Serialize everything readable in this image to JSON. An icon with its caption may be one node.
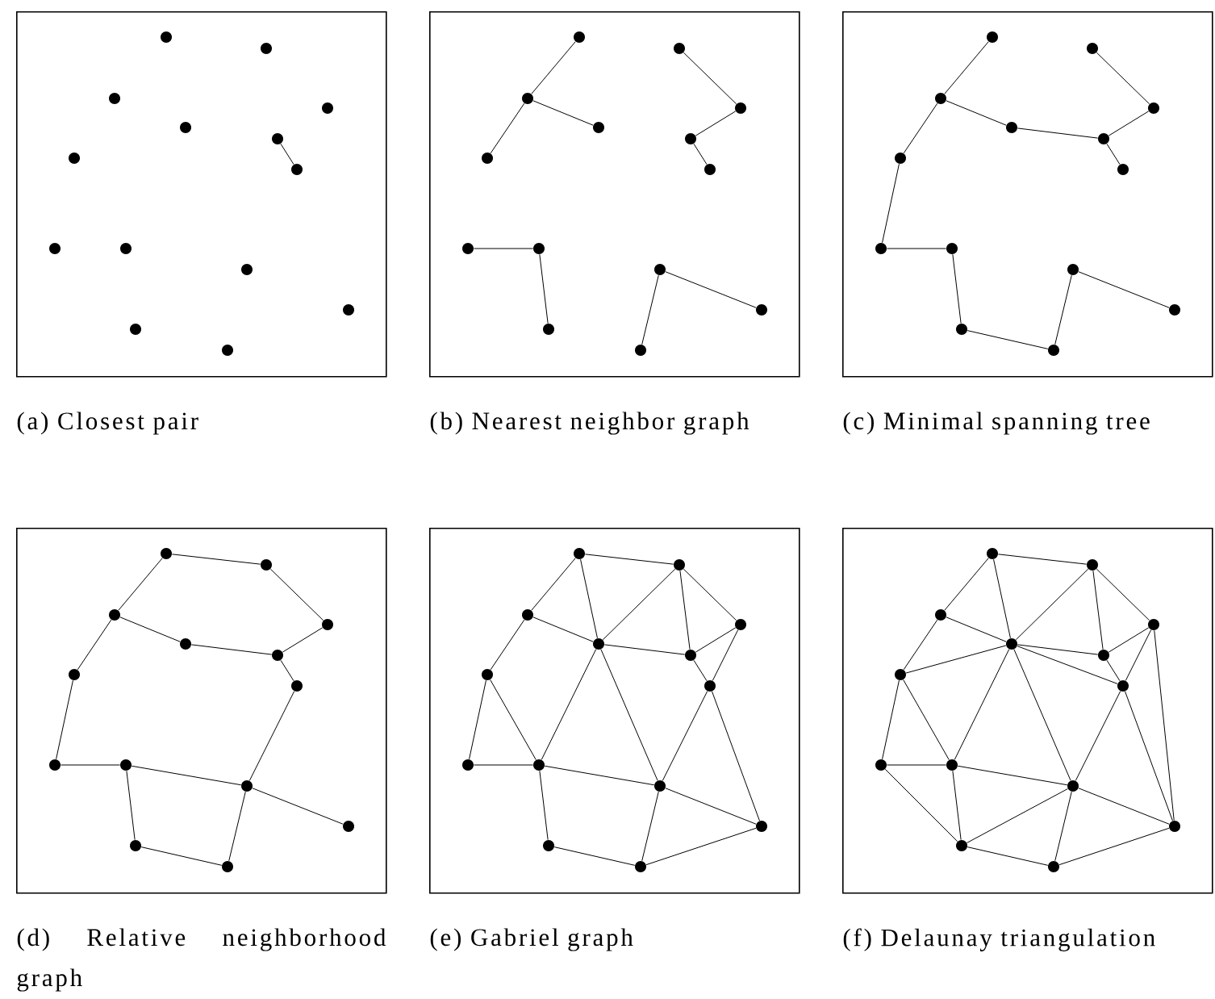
{
  "diagram": {
    "nodes": [
      {
        "text": [
          "(a) Closest pair"
        ]
      },
      {
        "text": [],
        "shape": "circle",
        "in": 0
      },
      {
        "text": [],
        "shape": "circle",
        "in": 0
      },
      {
        "text": [],
        "shape": "circle",
        "in": 0
      },
      {
        "text": [],
        "shape": "circle",
        "in": 0
      },
      {
        "text": [],
        "shape": "circle",
        "in": 0
      },
      {
        "text": [],
        "shape": "circle",
        "in": 0
      },
      {
        "text": [],
        "shape": "circle",
        "in": 0
      },
      {
        "text": [],
        "shape": "circle",
        "in": 0
      },
      {
        "text": [],
        "shape": "circle",
        "in": 0
      },
      {
        "text": [],
        "shape": "circle",
        "in": 0
      },
      {
        "text": [],
        "shape": "circle",
        "in": 0
      },
      {
        "text": [],
        "shape": "circle",
        "in": 0
      },
      {
        "text": [],
        "shape": "circle",
        "in": 0
      },
      {
        "text": [],
        "shape": "circle",
        "in": 0
      },
      {
        "text": [
          "(b) Nearest neighbor graph"
        ]
      },
      {
        "text": [],
        "shape": "circle",
        "in": 15
      },
      {
        "text": [],
        "shape": "circle",
        "in": 15
      },
      {
        "text": [],
        "shape": "circle",
        "in": 15
      },
      {
        "text": [],
        "shape": "circle",
        "in": 15
      },
      {
        "text": [],
        "shape": "circle",
        "in": 15
      },
      {
        "text": [],
        "shape": "circle",
        "in": 15
      },
      {
        "text": [],
        "shape": "circle",
        "in": 15
      },
      {
        "text": [],
        "shape": "circle",
        "in": 15
      },
      {
        "text": [],
        "shape": "circle",
        "in": 15
      },
      {
        "text": [],
        "shape": "circle",
        "in": 15
      },
      {
        "text": [],
        "shape": "circle",
        "in": 15
      },
      {
        "text": [],
        "shape": "circle",
        "in": 15
      },
      {
        "text": [],
        "shape": "circle",
        "in": 15
      },
      {
        "text": [],
        "shape": "circle",
        "in": 15
      },
      {
        "text": [
          "(c) Minimal spanning tree"
        ]
      },
      {
        "text": [],
        "shape": "circle",
        "in": 30
      },
      {
        "text": [],
        "shape": "circle",
        "in": 30
      },
      {
        "text": [],
        "shape": "circle",
        "in": 30
      },
      {
        "text": [],
        "shape": "circle",
        "in": 30
      },
      {
        "text": [],
        "shape": "circle",
        "in": 30
      },
      {
        "text": [],
        "shape": "circle",
        "in": 30
      },
      {
        "text": [],
        "shape": "circle",
        "in": 30
      },
      {
        "text": [],
        "shape": "circle",
        "in": 30
      },
      {
        "text": [],
        "shape": "circle",
        "in": 30
      },
      {
        "text": [],
        "shape": "circle",
        "in": 30
      },
      {
        "text": [],
        "shape": "circle",
        "in": 30
      },
      {
        "text": [],
        "shape": "circle",
        "in": 30
      },
      {
        "text": [],
        "shape": "circle",
        "in": 30
      },
      {
        "text": [],
        "shape": "circle",
        "in": 30
      },
      {
        "text": [
          "(d) Relative neighborhood graph"
        ]
      },
      {
        "text": [],
        "shape": "circle",
        "in": 45
      },
      {
        "text": [],
        "shape": "circle",
        "in": 45
      },
      {
        "text": [],
        "shape": "circle",
        "in": 45
      },
      {
        "text": [],
        "shape": "circle",
        "in": 45
      },
      {
        "text": [],
        "shape": "circle",
        "in": 45
      },
      {
        "text": [],
        "shape": "circle",
        "in": 45
      },
      {
        "text": [],
        "shape": "circle",
        "in": 45
      },
      {
        "text": [],
        "shape": "circle",
        "in": 45
      },
      {
        "text": [],
        "shape": "circle",
        "in": 45
      },
      {
        "text": [],
        "shape": "circle",
        "in": 45
      },
      {
        "text": [],
        "shape": "circle",
        "in": 45
      },
      {
        "text": [],
        "shape": "circle",
        "in": 45
      },
      {
        "text": [],
        "shape": "circle",
        "in": 45
      },
      {
        "text": [],
        "shape": "circle",
        "in": 45
      },
      {
        "text": [
          "(e) Gabriel graph"
        ]
      },
      {
        "text": [],
        "shape": "circle",
        "in": 60
      },
      {
        "text": [],
        "shape": "circle",
        "in": 60
      },
      {
        "text": [],
        "shape": "circle",
        "in": 60
      },
      {
        "text": [],
        "shape": "circle",
        "in": 60
      },
      {
        "text": [],
        "shape": "circle",
        "in": 60
      },
      {
        "text": [],
        "shape": "circle",
        "in": 60
      },
      {
        "text": [],
        "shape": "circle",
        "in": 60
      },
      {
        "text": [],
        "shape": "circle",
        "in": 60
      },
      {
        "text": [],
        "shape": "circle",
        "in": 60
      },
      {
        "text": [],
        "shape": "circle",
        "in": 60
      },
      {
        "text": [],
        "shape": "circle",
        "in": 60
      },
      {
        "text": [],
        "shape": "circle",
        "in": 60
      },
      {
        "text": [],
        "shape": "circle",
        "in": 60
      },
      {
        "text": [],
        "shape": "circle",
        "in": 60
      },
      {
        "text": [
          "(f) Delaunay triangulation"
        ]
      },
      {
        "text": [],
        "shape": "circle",
        "in": 75
      },
      {
        "text": [],
        "shape": "circle",
        "in": 75
      },
      {
        "text": [],
        "shape": "circle",
        "in": 75
      },
      {
        "text": [],
        "shape": "circle",
        "in": 75
      },
      {
        "text": [],
        "shape": "circle",
        "in": 75
      },
      {
        "text": [],
        "shape": "circle",
        "in": 75
      },
      {
        "text": [],
        "shape": "circle",
        "in": 75
      },
      {
        "text": [],
        "shape": "circle",
        "in": 75
      },
      {
        "text": [],
        "shape": "circle",
        "in": 75
      },
      {
        "text": [],
        "shape": "circle",
        "in": 75
      },
      {
        "text": [],
        "shape": "circle",
        "in": 75
      },
      {
        "text": [],
        "shape": "circle",
        "in": 75
      },
      {
        "text": [],
        "shape": "circle",
        "in": 75
      },
      {
        "text": [],
        "shape": "circle",
        "in": 75
      }
    ],
    "edges": [
      {
        "from": 6,
        "to": 7,
        "arrow": "none"
      },
      {
        "from": 16,
        "to": 18,
        "arrow": "none"
      },
      {
        "from": 18,
        "to": 20,
        "arrow": "none"
      },
      {
        "from": 18,
        "to": 23,
        "arrow": "none"
      },
      {
        "from": 17,
        "to": 19,
        "arrow": "none"
      },
      {
        "from": 19,
        "to": 21,
        "arrow": "none"
      },
      {
        "from": 21,
        "to": 22,
        "arrow": "none"
      },
      {
        "from": 24,
        "to": 25,
        "arrow": "none"
      },
      {
        "from": 25,
        "to": 28,
        "arrow": "none"
      },
      {
        "from": 26,
        "to": 29,
        "arrow": "none"
      },
      {
        "from": 26,
        "to": 27,
        "arrow": "none"
      },
      {
        "from": 31,
        "to": 33,
        "arrow": "none"
      },
      {
        "from": 33,
        "to": 38,
        "arrow": "none"
      },
      {
        "from": 33,
        "to": 35,
        "arrow": "none"
      },
      {
        "from": 35,
        "to": 36,
        "arrow": "none"
      },
      {
        "from": 32,
        "to": 34,
        "arrow": "none"
      },
      {
        "from": 34,
        "to": 36,
        "arrow": "none"
      },
      {
        "from": 36,
        "to": 37,
        "arrow": "none"
      },
      {
        "from": 38,
        "to": 39,
        "arrow": "none"
      },
      {
        "from": 39,
        "to": 40,
        "arrow": "none"
      },
      {
        "from": 40,
        "to": 43,
        "arrow": "none"
      },
      {
        "from": 43,
        "to": 44,
        "arrow": "none"
      },
      {
        "from": 44,
        "to": 41,
        "arrow": "none"
      },
      {
        "from": 41,
        "to": 42,
        "arrow": "none"
      },
      {
        "from": 46,
        "to": 47,
        "arrow": "none"
      },
      {
        "from": 47,
        "to": 49,
        "arrow": "none"
      },
      {
        "from": 46,
        "to": 48,
        "arrow": "none"
      },
      {
        "from": 48,
        "to": 50,
        "arrow": "none"
      },
      {
        "from": 50,
        "to": 51,
        "arrow": "none"
      },
      {
        "from": 49,
        "to": 51,
        "arrow": "none"
      },
      {
        "from": 51,
        "to": 52,
        "arrow": "none"
      },
      {
        "from": 48,
        "to": 53,
        "arrow": "none"
      },
      {
        "from": 53,
        "to": 54,
        "arrow": "none"
      },
      {
        "from": 54,
        "to": 55,
        "arrow": "none"
      },
      {
        "from": 55,
        "to": 56,
        "arrow": "none"
      },
      {
        "from": 52,
        "to": 56,
        "arrow": "none"
      },
      {
        "from": 56,
        "to": 57,
        "arrow": "none"
      },
      {
        "from": 55,
        "to": 58,
        "arrow": "none"
      },
      {
        "from": 58,
        "to": 59,
        "arrow": "none"
      },
      {
        "from": 59,
        "to": 56,
        "arrow": "none"
      },
      {
        "from": 61,
        "to": 62,
        "arrow": "none"
      },
      {
        "from": 61,
        "to": 63,
        "arrow": "none"
      },
      {
        "from": 61,
        "to": 65,
        "arrow": "none"
      },
      {
        "from": 62,
        "to": 65,
        "arrow": "none"
      },
      {
        "from": 62,
        "to": 66,
        "arrow": "none"
      },
      {
        "from": 62,
        "to": 64,
        "arrow": "none"
      },
      {
        "from": 63,
        "to": 65,
        "arrow": "none"
      },
      {
        "from": 63,
        "to": 68,
        "arrow": "none"
      },
      {
        "from": 65,
        "to": 66,
        "arrow": "none"
      },
      {
        "from": 64,
        "to": 66,
        "arrow": "none"
      },
      {
        "from": 66,
        "to": 67,
        "arrow": "none"
      },
      {
        "from": 64,
        "to": 67,
        "arrow": "none"
      },
      {
        "from": 65,
        "to": 70,
        "arrow": "none"
      },
      {
        "from": 65,
        "to": 71,
        "arrow": "none"
      },
      {
        "from": 68,
        "to": 70,
        "arrow": "none"
      },
      {
        "from": 68,
        "to": 69,
        "arrow": "none"
      },
      {
        "from": 69,
        "to": 70,
        "arrow": "none"
      },
      {
        "from": 70,
        "to": 71,
        "arrow": "none"
      },
      {
        "from": 67,
        "to": 71,
        "arrow": "none"
      },
      {
        "from": 67,
        "to": 72,
        "arrow": "none"
      },
      {
        "from": 71,
        "to": 72,
        "arrow": "none"
      },
      {
        "from": 70,
        "to": 73,
        "arrow": "none"
      },
      {
        "from": 73,
        "to": 74,
        "arrow": "none"
      },
      {
        "from": 71,
        "to": 74,
        "arrow": "none"
      },
      {
        "from": 72,
        "to": 74,
        "arrow": "none"
      },
      {
        "from": 76,
        "to": 77,
        "arrow": "none"
      },
      {
        "from": 76,
        "to": 78,
        "arrow": "none"
      },
      {
        "from": 76,
        "to": 80,
        "arrow": "none"
      },
      {
        "from": 77,
        "to": 80,
        "arrow": "none"
      },
      {
        "from": 77,
        "to": 81,
        "arrow": "none"
      },
      {
        "from": 77,
        "to": 79,
        "arrow": "none"
      },
      {
        "from": 78,
        "to": 80,
        "arrow": "none"
      },
      {
        "from": 78,
        "to": 83,
        "arrow": "none"
      },
      {
        "from": 80,
        "to": 81,
        "arrow": "none"
      },
      {
        "from": 79,
        "to": 81,
        "arrow": "none"
      },
      {
        "from": 81,
        "to": 82,
        "arrow": "none"
      },
      {
        "from": 79,
        "to": 82,
        "arrow": "none"
      },
      {
        "from": 80,
        "to": 85,
        "arrow": "none"
      },
      {
        "from": 80,
        "to": 86,
        "arrow": "none"
      },
      {
        "from": 83,
        "to": 85,
        "arrow": "none"
      },
      {
        "from": 83,
        "to": 84,
        "arrow": "none"
      },
      {
        "from": 84,
        "to": 85,
        "arrow": "none"
      },
      {
        "from": 85,
        "to": 86,
        "arrow": "none"
      },
      {
        "from": 82,
        "to": 86,
        "arrow": "none"
      },
      {
        "from": 82,
        "to": 87,
        "arrow": "none"
      },
      {
        "from": 86,
        "to": 87,
        "arrow": "none"
      },
      {
        "from": 85,
        "to": 88,
        "arrow": "none"
      },
      {
        "from": 88,
        "to": 89,
        "arrow": "none"
      },
      {
        "from": 86,
        "to": 89,
        "arrow": "none"
      },
      {
        "from": 87,
        "to": 89,
        "arrow": "none"
      },
      {
        "from": 83,
        "to": 80,
        "arrow": "none"
      },
      {
        "from": 80,
        "to": 82,
        "arrow": "none"
      },
      {
        "from": 79,
        "to": 87,
        "arrow": "none"
      },
      {
        "from": 84,
        "to": 88,
        "arrow": "none"
      },
      {
        "from": 88,
        "to": 86,
        "arrow": "none"
      }
    ]
  }
}
